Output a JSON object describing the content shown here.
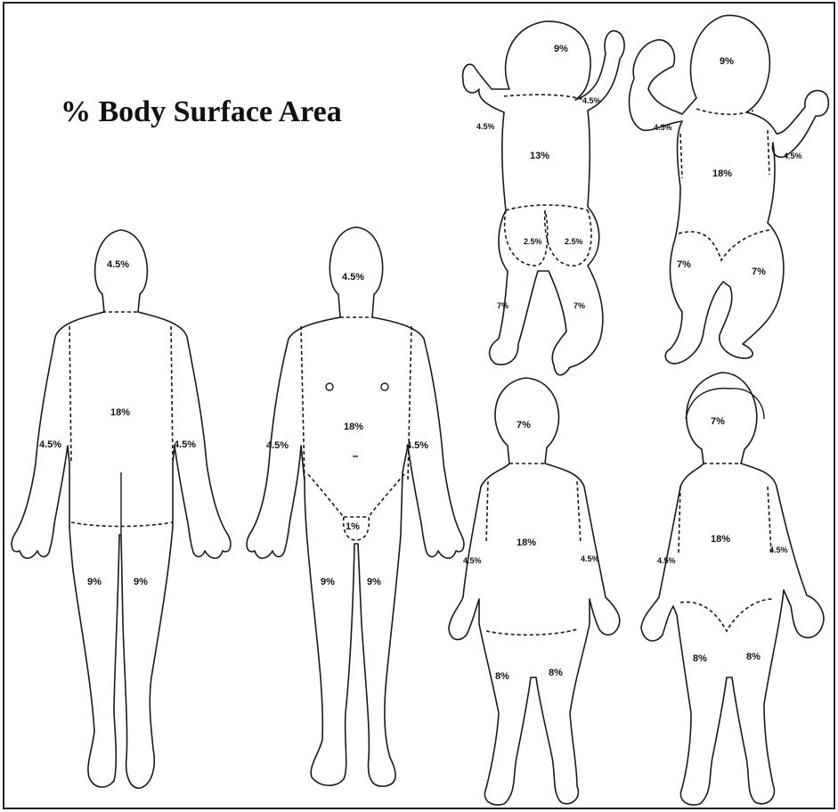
{
  "title": "% Body Surface Area",
  "colors": {
    "ink": "#1a1a1a",
    "paper": "#ffffff"
  },
  "figures": {
    "adult_back": {
      "head": "4.5%",
      "trunk": "18%",
      "left_arm": "4.5%",
      "right_arm": "4.5%",
      "left_leg": "9%",
      "right_leg": "9%"
    },
    "adult_front": {
      "head": "4.5%",
      "trunk": "18%",
      "left_arm": "4.5%",
      "right_arm": "4.5%",
      "genitals": "1%",
      "left_leg": "9%",
      "right_leg": "9%"
    },
    "infant_back": {
      "head": "9%",
      "left_arm": "4.5%",
      "right_arm": "4.5%",
      "trunk": "13%",
      "left_buttock": "2.5%",
      "right_buttock": "2.5%",
      "left_leg": "7%",
      "right_leg": "7%"
    },
    "infant_front": {
      "head": "9%",
      "left_arm": "4.5%",
      "right_arm": "4.5%",
      "trunk": "18%",
      "left_leg": "7%",
      "right_leg": "7%"
    },
    "child_back": {
      "head": "7%",
      "trunk": "18%",
      "left_arm": "4.5%",
      "right_arm": "4.5%",
      "left_leg": "8%",
      "right_leg": "8%"
    },
    "child_front": {
      "head": "7%",
      "trunk": "18%",
      "left_arm": "4.5%",
      "right_arm": "4.5%",
      "left_leg": "8%",
      "right_leg": "8%"
    }
  }
}
